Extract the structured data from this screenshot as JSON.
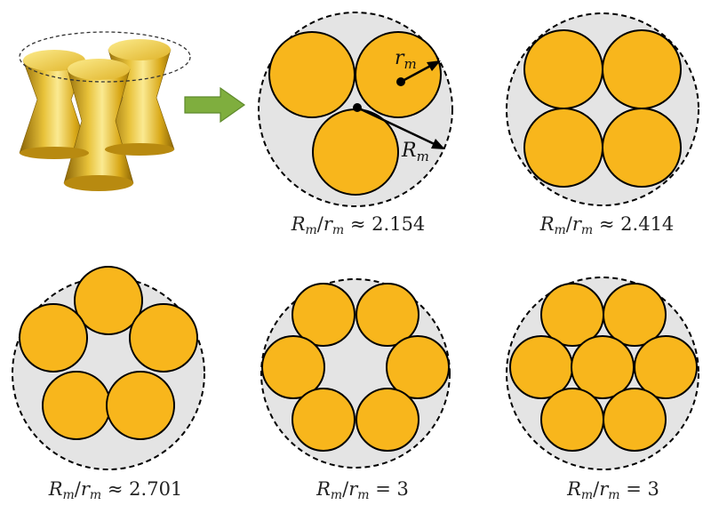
{
  "figure": {
    "colors": {
      "small_circle_fill": "#F8B61C",
      "outer_disk_fill": "#E4E4E4",
      "stroke": "#000000",
      "arrow_fill": "#7FAE3E",
      "arrow_stroke": "#5E8A2C",
      "gold_light": "#F7E27A",
      "gold_dark": "#A67B0A"
    },
    "icons": [
      "gold-hourglass-rods-icon",
      "green-right-arrow-icon"
    ],
    "labels": {
      "small_radius": "r",
      "small_radius_sub": "m",
      "large_radius": "R",
      "large_radius_sub": "m"
    },
    "configurations": [
      {
        "n_circles": 3,
        "relation": "≈",
        "ratio": "2.154"
      },
      {
        "n_circles": 4,
        "relation": "≈",
        "ratio": "2.414"
      },
      {
        "n_circles": 5,
        "relation": "≈",
        "ratio": "2.701"
      },
      {
        "n_circles": 6,
        "relation": "=",
        "ratio": "3"
      },
      {
        "n_circles": 7,
        "relation": "=",
        "ratio": "3"
      }
    ],
    "caption_parts": {
      "R": "R",
      "R_sub": "m",
      "slash": "/",
      "r": "r",
      "r_sub": "m"
    }
  }
}
